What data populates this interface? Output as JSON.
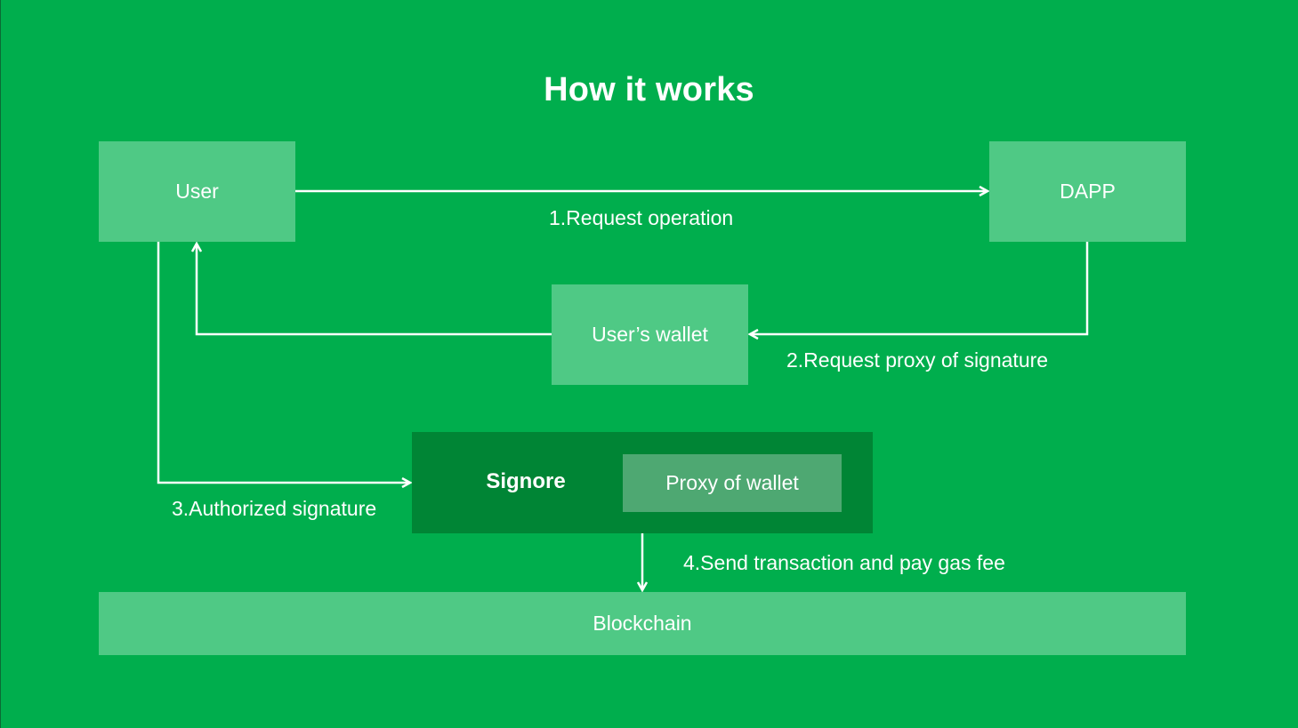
{
  "title": "How it works",
  "nodes": {
    "user": "User",
    "dapp": "DAPP",
    "users_wallet": "User’s wallet",
    "signore": "Signore",
    "proxy_of_wallet": "Proxy of wallet",
    "blockchain": "Blockchain"
  },
  "steps": {
    "step1": "1.Request operation",
    "step2": "2.Request proxy of signature",
    "step3": "3.Authorized signature",
    "step4": "4.Send transaction and pay gas fee"
  },
  "colors": {
    "background": "#00ae4d",
    "light_box": "#4fc985",
    "signore_box": "#008535",
    "proxy_box": "#4ea872",
    "line": "#ffffff"
  }
}
